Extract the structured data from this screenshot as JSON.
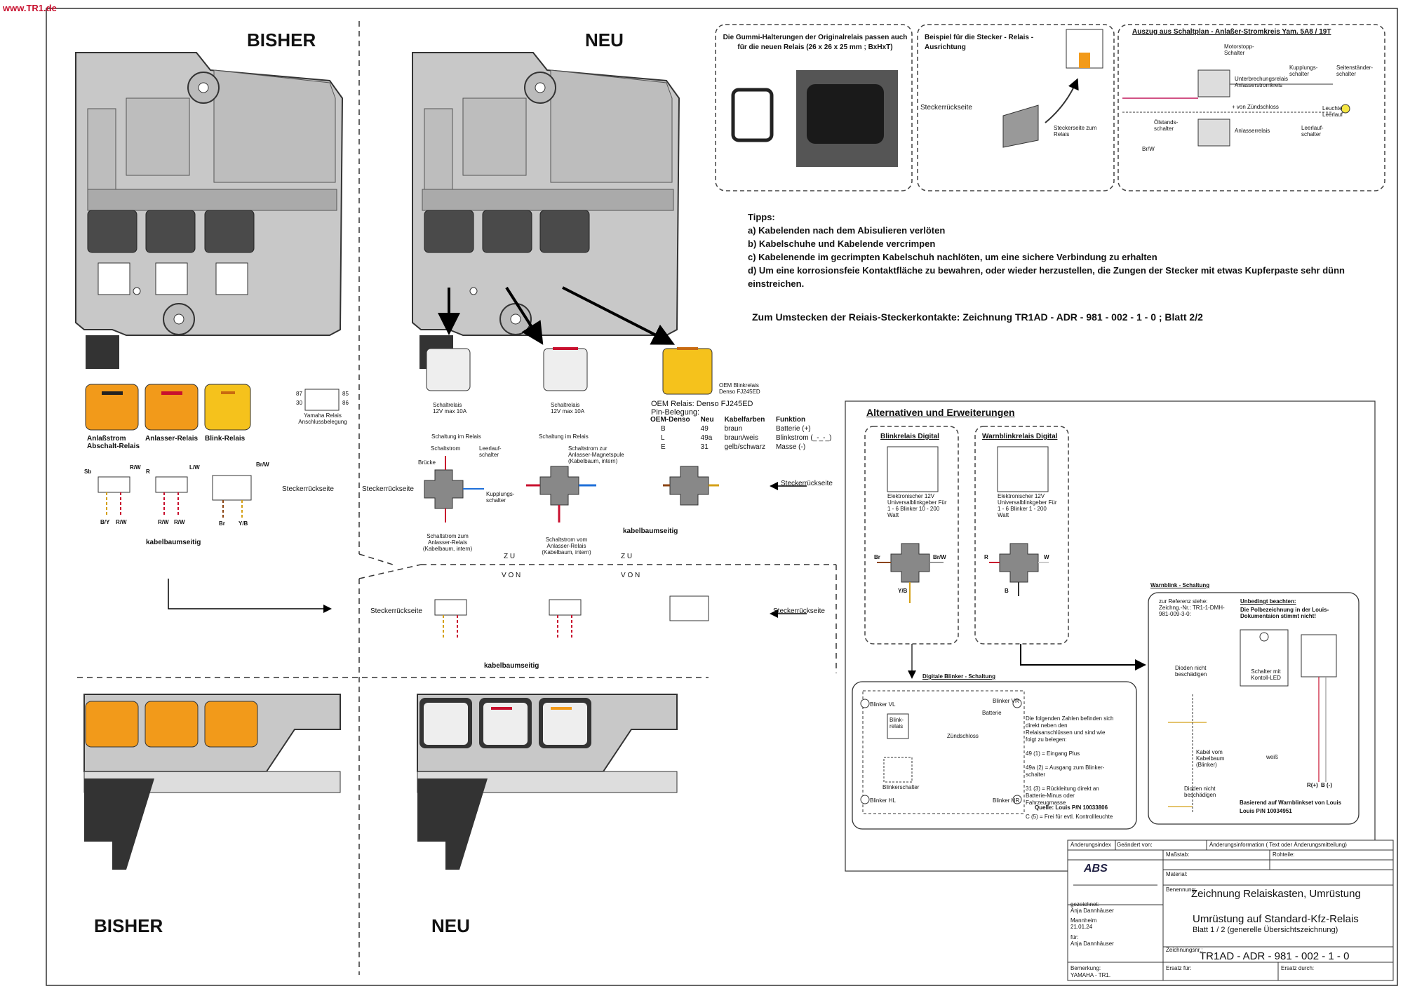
{
  "site": {
    "url": "www.TR1.de"
  },
  "headings": {
    "bisher_top": "BISHER",
    "neu_top": "NEU",
    "bisher_bottom": "BISHER",
    "neu_bottom": "NEU"
  },
  "info_boxes": {
    "gummi": "Die Gummi-Halterungen der Originalrelais passen auch für die neuen Relais (26 x 26 x 25 mm ; BxHxT)",
    "beispiel_title": "Beispiel für die Stecker - Relais - Ausrichtung",
    "steckerrueckseite": "Steckerrückseite",
    "steckerseite_relais": "Steckerseite zum Relais",
    "auszug_title": "Auszug aus Schaltplan - Anlaßer-Stromkreis Yam. 5A8 / 19T",
    "auszug_labels": [
      "Motorstopp-Schalter",
      "Unterbrechungsrelais Anlasserstromkreis",
      "Kupplungs-schalter",
      "Seitenständer-schalter",
      "Leuchte Leerlauf",
      "Ölstands-schalter",
      "Anlasserrelais",
      "Leerlauf-schalter",
      "+ von Zündschloss",
      "Br/W"
    ]
  },
  "tipps": {
    "title": "Tipps:",
    "a": "a) Kabelenden nach dem Abisulieren verlöten",
    "b": "b) Kabelschuhe und Kabelende vercrimpen",
    "c": "c) Kabelenende im gecrimpten Kabelschuh nachlöten, um eine sichere Verbindung zu erhalten",
    "d": "d) Um eine korrosionsfeie Kontaktfläche zu bewahren, oder wieder herzustellen, die Zungen der Stecker mit etwas Kupferpaste sehr dünn einstreichen.",
    "umstecken": "Zum Umstecken der Reiais-Steckerkontakte: Zeichnung TR1AD - ADR - 981 - 002 - 1 - 0  ; Blatt 2/2"
  },
  "bisher_relays": {
    "labels": [
      "Anlaßstrom Abschalt-Relais",
      "Anlasser-Relais",
      "Blink-Relais"
    ],
    "yamaha_relais": "Yamaha Relais Anschlussbelegung",
    "pins_left": [
      "87",
      "30"
    ],
    "pins_right": [
      "85",
      "86"
    ],
    "steckerrueckseite": "Steckerrückseite",
    "kabelbaumseitig": "kabelbaumseitig",
    "wires1": [
      "Sb",
      "R/W",
      "B/Y",
      "R/W"
    ],
    "wires2": [
      "R",
      "L/W",
      "R/W",
      "R/W"
    ],
    "wires3": [
      "Br/W",
      "Br",
      "Y/B"
    ]
  },
  "neu_relays": {
    "schaltung": "Schaltung im Relais",
    "schaltrelais": "Schaltrelais 12V max 10A",
    "oem_relais": "OEM Relais:  Denso FJ245ED",
    "pin_belegung": "Pin-Belegung:",
    "oem_blink": "OEM Blinkrelais Denso FJ245ED",
    "table_headers": [
      "OEM-Denso",
      "Neu",
      "Kabelfarben",
      "Funktion"
    ],
    "table_rows": [
      [
        "B",
        "49",
        "braun",
        "Batterie (+)"
      ],
      [
        "L",
        "49a",
        "braun/weis",
        "Blinkstrom (_-_-_)"
      ],
      [
        "E",
        "31",
        "gelb/schwarz",
        "Masse (-)"
      ]
    ],
    "schaltstrom": "Schaltstrom",
    "leerlaufschalter": "Leerlauf-schalter",
    "kupplungsschalter": "Kupplungs-schalter",
    "schaltstrom_anlasser": "Schaltstrom zum Anlasser-Relais (Kabelbaum, intern)",
    "schaltstrom_magnet": "Schaltstrom zur Anlasser-Magnetspule (Kabelbaum, intern)",
    "schaltstrom_vom": "Schaltstrom vom Anlasser-Relais (Kabelbaum, intern)",
    "steckerrueckseite": "Steckerrückseite",
    "kabelbaumseitig": "kabelbaumseitig",
    "brucke": "Brücke",
    "zu": "Z U",
    "von": "V O N"
  },
  "alternativen": {
    "title": "Alternativen und Erweiterungen",
    "blink_title": "Blinkrelais Digital",
    "warn_title": "Warnblinkrelais Digital",
    "blink_desc": "Elektronischer 12V Universalblinkgeber Für 1 - 6 Blinker 10 - 200 Watt",
    "warn_desc": "Elektronischer 12V Universalblinkgeber Für 1 - 6 Blinker 1 - 200 Watt",
    "blink_wires": [
      "Br",
      "Br/W",
      "Y/B"
    ],
    "warn_wires": [
      "R",
      "W",
      "B"
    ],
    "digitale_title": "Digitale Blinker - Schaltung",
    "digitale_notes": [
      "Die folgenden Zahlen befinden sich direkt neben den Relaisanschlüssen und sind wie folgt zu belegen:",
      "49 (1) = Eingang Plus",
      "49a (2) = Ausgang zum Blinker-schalter",
      "31 (3) = Rückleitung direkt an Batterie-Minus oder Fahrzeugmasse",
      "C (5) = Frei für evtl. Kontrollleuchte"
    ],
    "quelle": "Quelle: Louis  P/N 10033806",
    "blinker_labels": [
      "Blinker VL",
      "Blinker VR",
      "Blinker HL",
      "Blinker HR",
      "Batterie",
      "Zündschloss",
      "Blinkerschalter",
      "Blink-relais"
    ],
    "warn_title2": "Warnblink - Schaltung",
    "referenz": "zur Referenz siehe: Zeichng.-Nr.: TR1-1-DMH-981-009-3-0:",
    "beachten_title": "Unbedingt beachten:",
    "beachten": "Die Polbezeichnung in der Louis-Dokumentaion stimmt nicht!",
    "schalter": "Schalter mit Kontoll-LED",
    "dioden_nicht": "Dioden nicht beschädigen",
    "kabel_vom": "Kabel vom Kabelbaum (Blinker)",
    "weiss": "weiß",
    "basierend": "Basierend auf Warnblinkset von Louis",
    "louis_pn": "Louis  P/N 10034951",
    "r_plus": "R(+)",
    "b_minus": "B (-)"
  },
  "title_block": {
    "aenderungsindex": "Änderungsindex",
    "geaendert_von": "Geändert von:",
    "aenderungsinfo": "Änderungsinformation ( Text oder Änderungsmitteilung)",
    "massstab": "Maßstab:",
    "rohteile": "Rohteile:",
    "material": "Material:",
    "benennung": "Benennung:",
    "title1": "Zeichnung Relaiskasten, Umrüstung",
    "title2": "Umrüstung auf Standard-Kfz-Relais",
    "title3": "Blatt 1 / 2  (generelle Übersichtszeichnung)",
    "gezeichnet": "gezeichnet:",
    "author1": "Anja Dannhäuser",
    "ort": "Mannheim",
    "datum": "21.01.24",
    "fuer": "für:",
    "author2": "Anja Dannhäuser",
    "zeichnungsnr": "Zeichnungsnr.:",
    "nummer": "TR1AD  - ADR - 981 - 002 - 1 - 0",
    "bemerkung": "Bemerkung:",
    "yamaha": "YAMAHA - TR1.",
    "ersatz_fuer": "Ersatz für:",
    "ersatz_durch": "Ersatz durch:",
    "logo": "ABS"
  },
  "colors": {
    "housing": "#c8c8c8",
    "relay_dark": "#4a4a4a",
    "orange": "#f29a1a",
    "yellow": "#f5c21c",
    "red_wire": "#c8102e",
    "blue_wire": "#1e6fd9"
  }
}
